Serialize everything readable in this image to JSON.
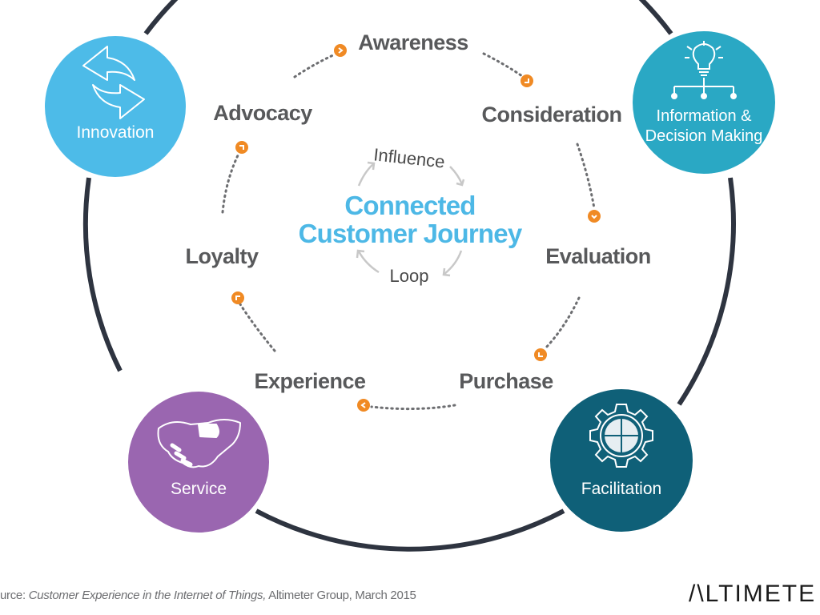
{
  "diagram": {
    "center": {
      "title_line1": "Connected",
      "title_line2": "Customer Journey",
      "loop_top": "Influence",
      "loop_bottom": "Loop"
    },
    "stages": [
      {
        "id": "awareness",
        "label": "Awareness"
      },
      {
        "id": "consideration",
        "label": "Consideration"
      },
      {
        "id": "evaluation",
        "label": "Evaluation"
      },
      {
        "id": "purchase",
        "label": "Purchase"
      },
      {
        "id": "experience",
        "label": "Experience"
      },
      {
        "id": "loyalty",
        "label": "Loyalty"
      },
      {
        "id": "advocacy",
        "label": "Advocacy"
      }
    ],
    "hubs": [
      {
        "id": "innovation",
        "lines": [
          "Innovation"
        ],
        "icon": "arrows-exchange-icon",
        "color": "#4dbbe8"
      },
      {
        "id": "information",
        "lines": [
          "Information &",
          "Decision Making"
        ],
        "icon": "lightbulb-network-icon",
        "color": "#2aa8c4"
      },
      {
        "id": "service",
        "lines": [
          "Service"
        ],
        "icon": "handshake-icon",
        "color": "#9a66b0"
      },
      {
        "id": "facilitation",
        "lines": [
          "Facilitation"
        ],
        "icon": "gear-puzzle-icon",
        "color": "#0f6078"
      }
    ],
    "colors": {
      "ring": "#2e3440",
      "stage_text": "#58595b",
      "accent_orange": "#f08a24",
      "center_title": "#4db8e6",
      "dots": "#6d6e71"
    }
  },
  "footer": {
    "source_prefix": "urce: ",
    "source_title": "Customer Experience in the Internet of Things,",
    "source_suffix": " Altimeter Group, March 2015",
    "brand": "/\\LTIMETE"
  }
}
